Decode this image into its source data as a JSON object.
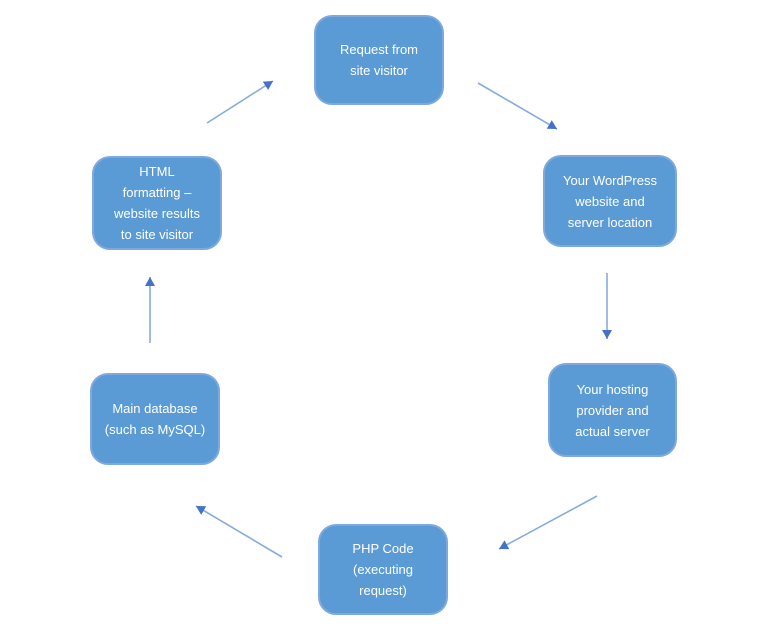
{
  "diagram": {
    "type": "cycle-flowchart",
    "nodes": [
      {
        "id": "request",
        "label": "Request from\nsite visitor"
      },
      {
        "id": "wordpress",
        "label": "Your WordPress\nwebsite and\nserver location"
      },
      {
        "id": "hosting",
        "label": "Your hosting\nprovider and\nactual server"
      },
      {
        "id": "php-code",
        "label": "PHP Code\n(executing\nrequest)"
      },
      {
        "id": "database",
        "label": "Main database\n(such as MySQL)"
      },
      {
        "id": "html-formatting",
        "label": "HTML\nformatting –\nwebsite results\nto site visitor"
      }
    ],
    "flow": [
      {
        "from": "request",
        "to": "wordpress"
      },
      {
        "from": "wordpress",
        "to": "hosting"
      },
      {
        "from": "hosting",
        "to": "php-code"
      },
      {
        "from": "php-code",
        "to": "database"
      },
      {
        "from": "database",
        "to": "html-formatting"
      },
      {
        "from": "html-formatting",
        "to": "request"
      }
    ],
    "colors": {
      "node_fill": "#5b9bd5",
      "node_border": "#7fa9dc",
      "node_text": "#ffffff",
      "arrow_line": "#85abdf",
      "arrow_head": "#4472c4",
      "background": "#ffffff"
    }
  }
}
